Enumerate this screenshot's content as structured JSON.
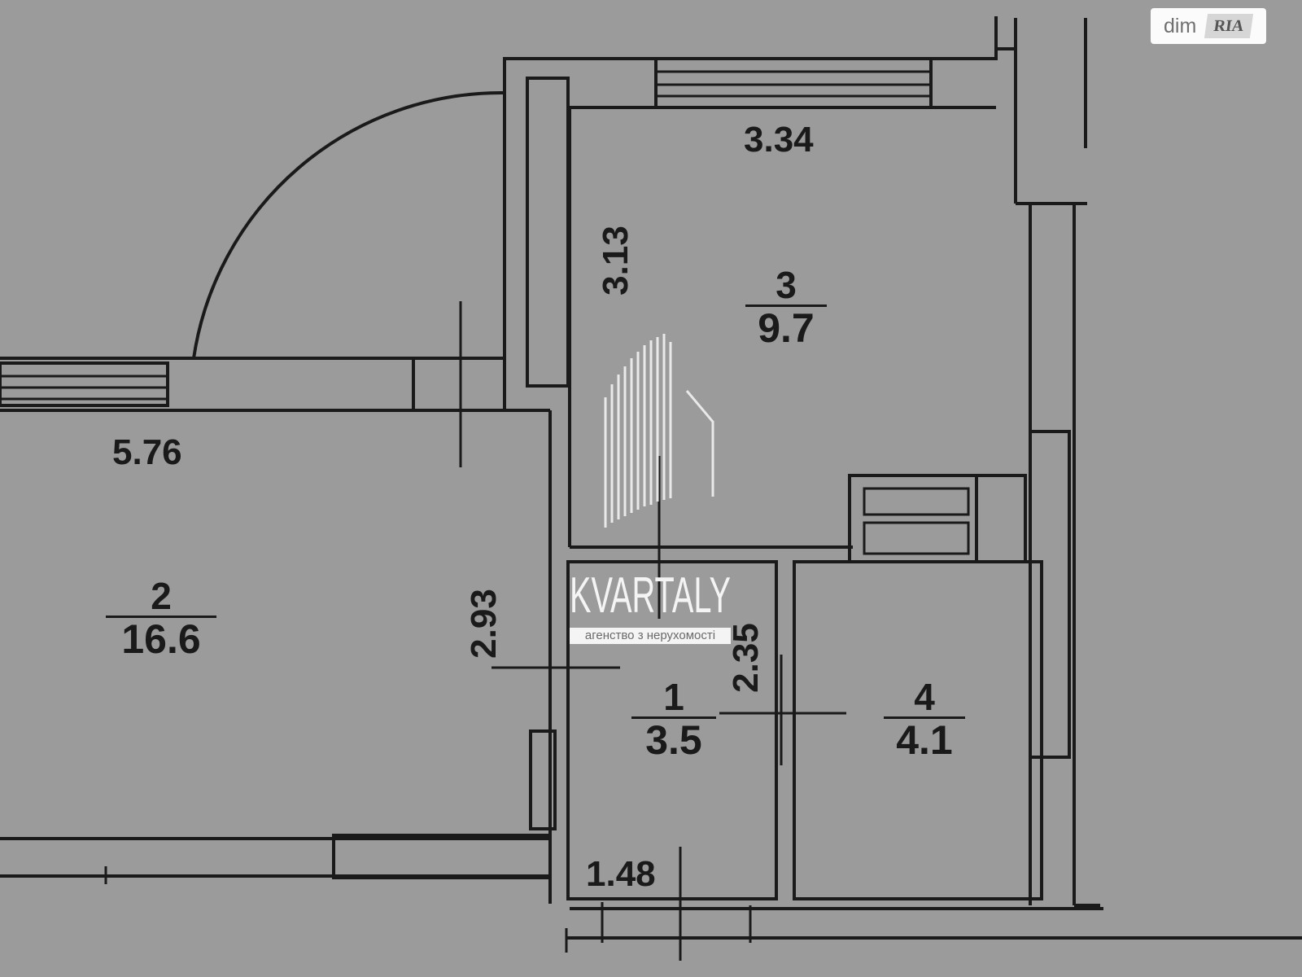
{
  "rooms": [
    {
      "number": "1",
      "area": "3.5"
    },
    {
      "number": "2",
      "area": "16.6"
    },
    {
      "number": "3",
      "area": "9.7"
    },
    {
      "number": "4",
      "area": "4.1"
    }
  ],
  "dimensions": {
    "d_334": "3.34",
    "d_313": "3.13",
    "d_576": "5.76",
    "d_293": "2.93",
    "d_235": "2.35",
    "d_148": "1.48"
  },
  "watermark": {
    "name": "KVARTALY",
    "caption": "агенство з нерухомості"
  },
  "logo": {
    "dim": "dim",
    "ria": "RIA"
  },
  "colors": {
    "background": "#9b9b9b",
    "line": "#1a1a1a"
  }
}
